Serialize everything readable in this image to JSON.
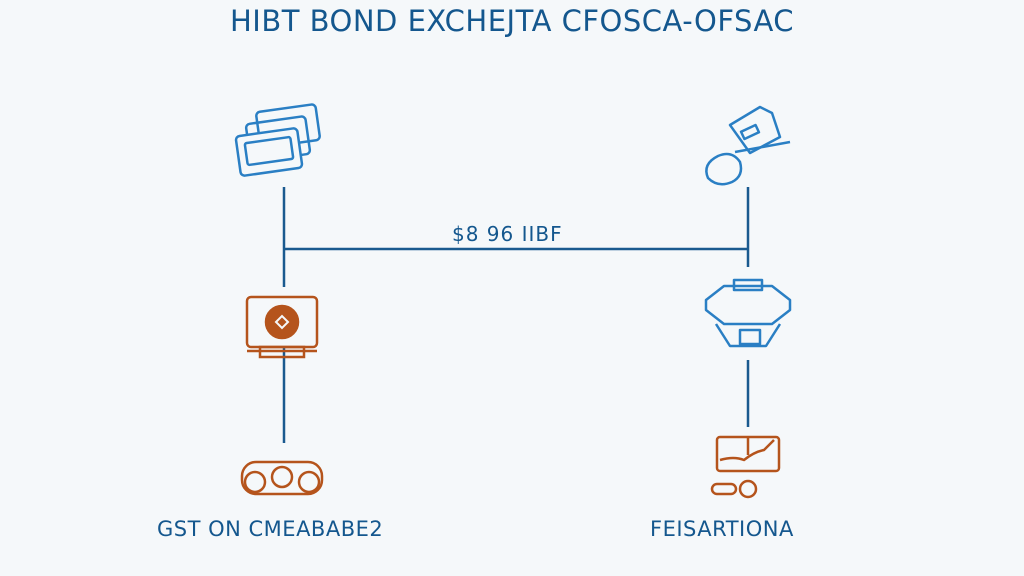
{
  "title": "HIBT BOND EXCHEJTA CFOSCA-OFSAC",
  "connector_label": "$8 96 IIBF",
  "left_label": "GST ON CMEABABE2",
  "right_label": "FEISARTIONA",
  "colors": {
    "line": "#1a5a8f",
    "icon_blue": "#2a7fc4",
    "icon_orange": "#b5541c"
  },
  "icons": [
    "stacked-cards-icon",
    "monitor-badge-icon",
    "three-circles-icon",
    "folder-hand-icon",
    "octagon-box-icon",
    "chart-monitor-icon"
  ]
}
